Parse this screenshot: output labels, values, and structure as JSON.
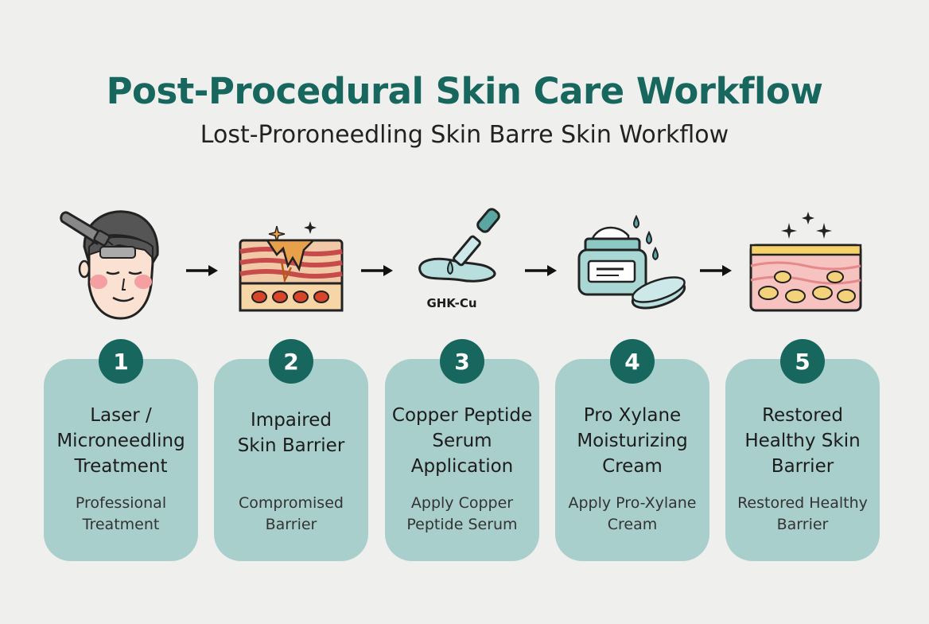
{
  "title": "Post-Procedural Skin Care Workflow",
  "subtitle": "Lost-Proroneedling Skin Barre Skin Workflow",
  "icon_label": "GHK-Cu",
  "colors": {
    "accent": "#17675f",
    "card": "#a9cfcc",
    "background": "#efefed"
  },
  "steps": [
    {
      "number": "1",
      "title": [
        "Laser /",
        "Microneedling",
        "Treatment"
      ],
      "desc": [
        "Professional",
        "Treatment"
      ],
      "icon": "face-laser-icon"
    },
    {
      "number": "2",
      "title": [
        "Impaired",
        "Skin Barrier"
      ],
      "desc": [
        "Compromised",
        "Barrier"
      ],
      "icon": "damaged-skin-icon"
    },
    {
      "number": "3",
      "title": [
        "Copper Peptide",
        "Serum",
        "Application"
      ],
      "desc": [
        "Apply Copper",
        "Peptide Serum"
      ],
      "icon": "serum-dropper-icon"
    },
    {
      "number": "4",
      "title": [
        "Pro Xylane",
        "Moisturizing",
        "Cream"
      ],
      "desc": [
        "Apply Pro-Xylane",
        "Cream"
      ],
      "icon": "cream-jar-icon"
    },
    {
      "number": "5",
      "title": [
        "Restored",
        "Healthy Skin",
        "Barrier"
      ],
      "desc": [
        "Restored Healthy",
        "Barrier"
      ],
      "icon": "healthy-skin-icon"
    }
  ]
}
